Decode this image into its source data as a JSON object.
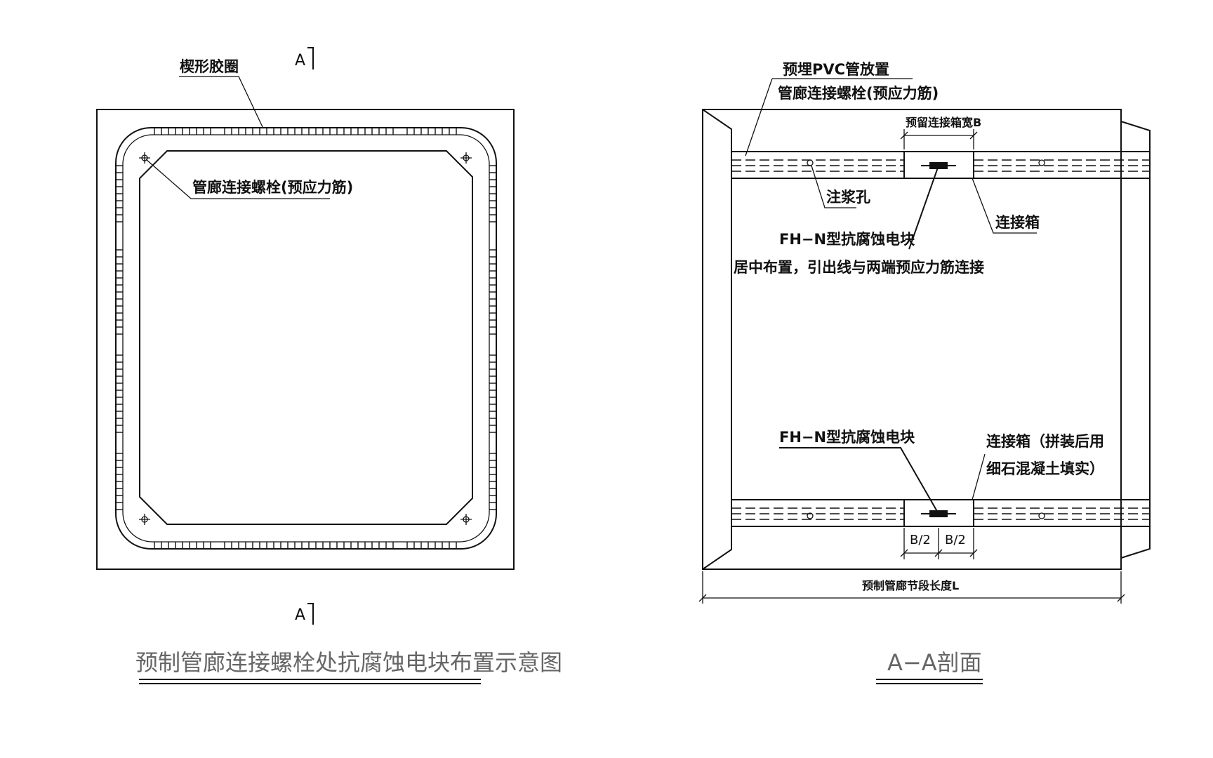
{
  "left": {
    "section_mark_top": "A",
    "section_mark_bottom": "A",
    "label_wedge_gasket": "楔形胶圈",
    "label_bolt": "管廊连接螺栓(预应力筋)",
    "caption": "预制管廊连接螺栓处抗腐蚀电块布置示意图"
  },
  "right": {
    "label_pvc": "预埋PVC管放置",
    "label_bolt": "管廊连接螺栓(预应力筋)",
    "label_box_width": "预留连接箱宽B",
    "label_grout_hole": "注浆孔",
    "label_connection_box": "连接箱",
    "label_anode_top": "FH−N型抗腐蚀电块",
    "label_anode_note": "居中布置，引出线与两端预应力筋连接",
    "label_anode_bottom": "FH−N型抗腐蚀电块",
    "label_box_fill_1": "连接箱（拼装后用",
    "label_box_fill_2": "细石混凝土填实）",
    "dim_half_left": "B/2",
    "dim_half_right": "B/2",
    "dim_length": "预制管廊节段长度L",
    "caption": "A−A剖面"
  }
}
